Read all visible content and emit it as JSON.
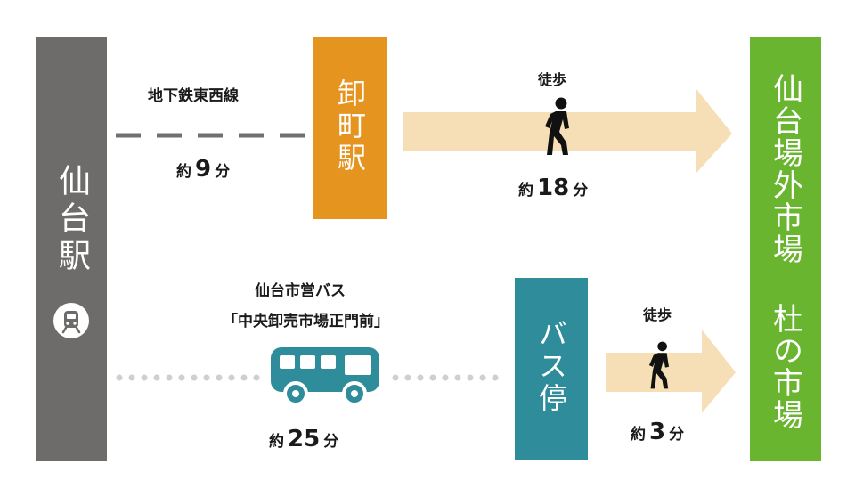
{
  "origin": {
    "label": "仙台駅",
    "color": "#6d6c6b"
  },
  "destination": {
    "label": "仙台場外市場 杜の市場",
    "color": "#6ab52f"
  },
  "route_subway": {
    "line_label": "地下鉄東西線",
    "time_prefix": "約",
    "time_value": "9",
    "time_suffix": "分",
    "station_label": "卸町駅",
    "station_color": "#e69420",
    "walk_label": "徒歩",
    "walk_time_prefix": "約",
    "walk_time_value": "18",
    "walk_time_suffix": "分"
  },
  "route_bus": {
    "bus_label_1": "仙台市営バス",
    "bus_label_2": "「中央卸売市場正門前」",
    "time_prefix": "約",
    "time_value": "25",
    "time_suffix": "分",
    "stop_label": "バス停",
    "stop_color": "#2f8c9a",
    "walk_label": "徒歩",
    "walk_time_prefix": "約",
    "walk_time_value": "3",
    "walk_time_suffix": "分"
  },
  "colors": {
    "arrow": "#f6dfb6",
    "dash": "#707070",
    "dot": "#cfcfcf",
    "bus": "#2f8c9a"
  },
  "icons": [
    "train-icon",
    "walker-icon",
    "bus-icon",
    "arrow-icon"
  ]
}
